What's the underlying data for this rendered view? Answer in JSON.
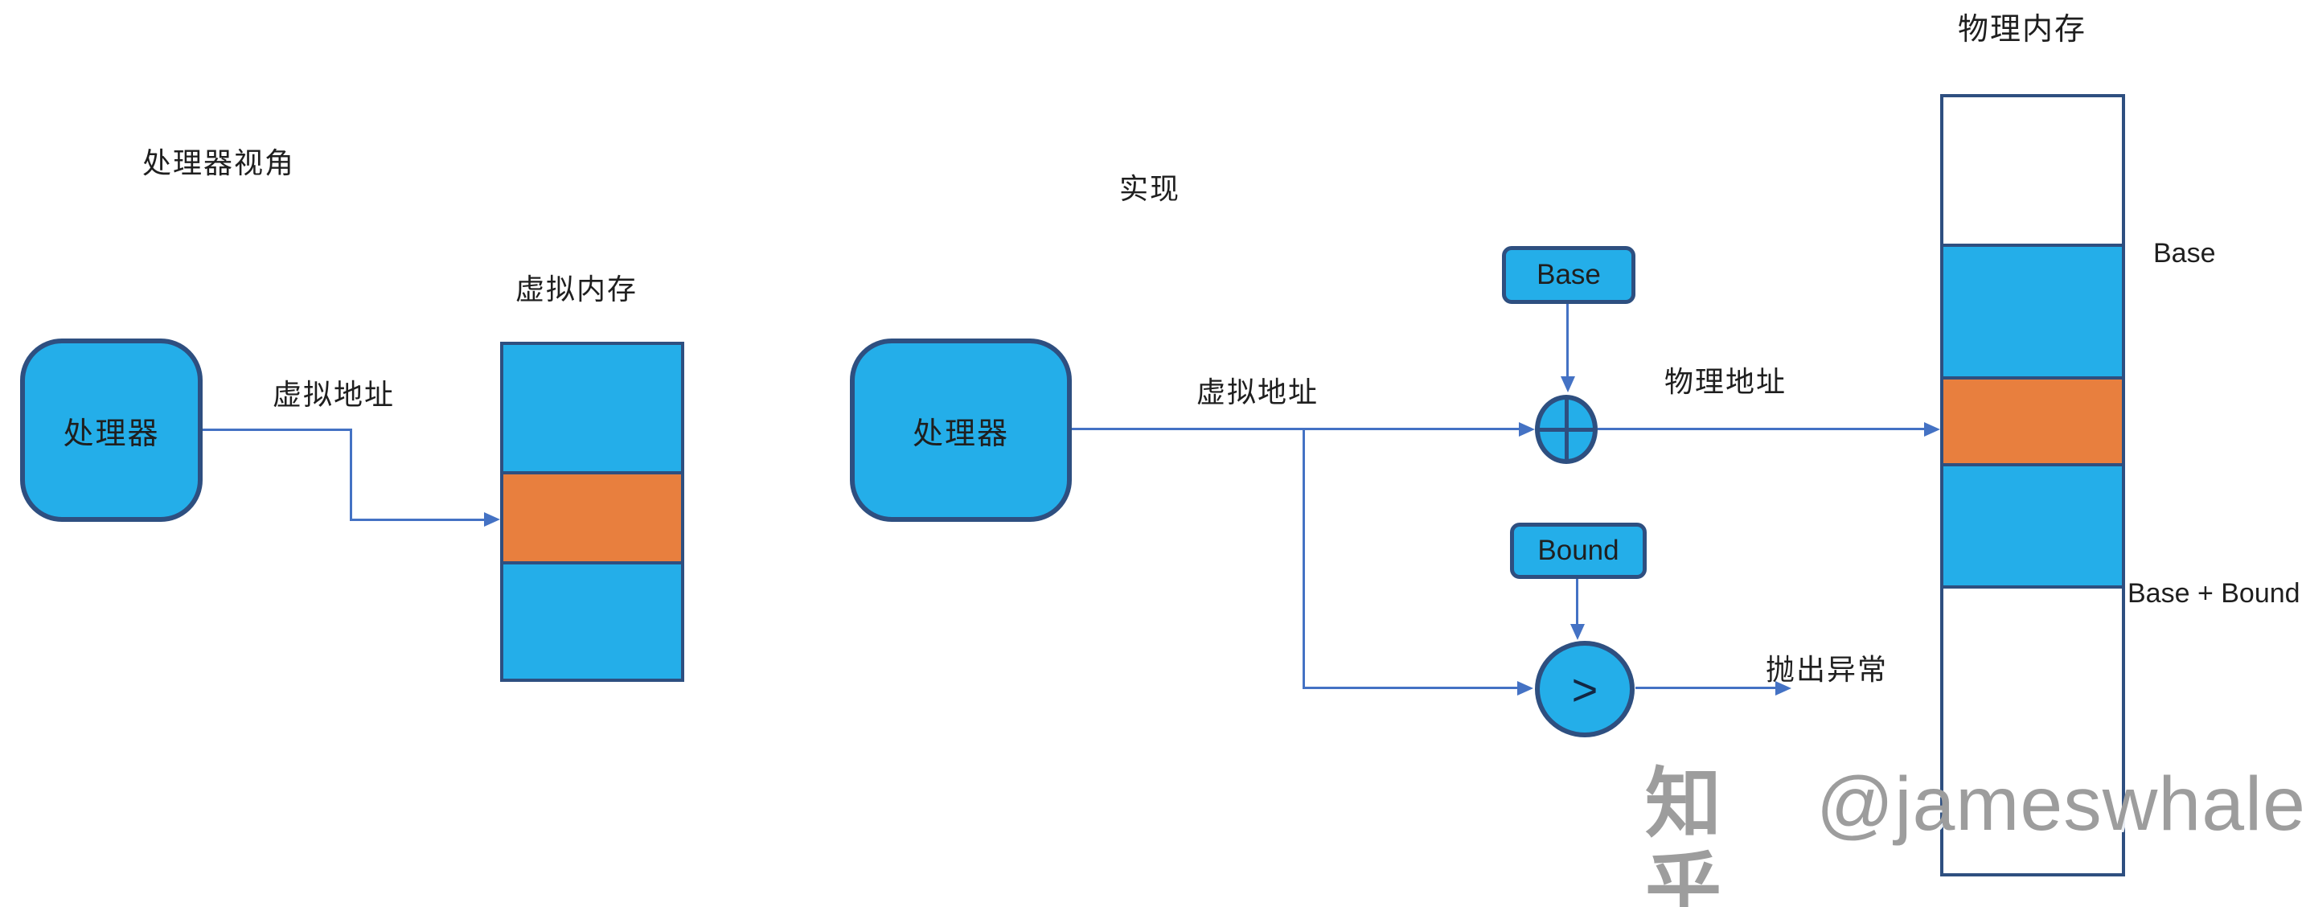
{
  "colors": {
    "shape-fill": "#24AEE9",
    "orange-fill": "#E87F3E",
    "shape-border": "#2E4F80",
    "arrow": "#4472C4",
    "text": "#1F1F1F",
    "watermark": "#9D9D9D",
    "canvas-bg": "#FFFFFF"
  },
  "processor_view": {
    "title": "处理器视角",
    "processor_label": "处理器",
    "virtual_address_label": "虚拟地址",
    "virtual_memory_title": "虚拟内存"
  },
  "implementation": {
    "title": "实现",
    "processor_label": "处理器",
    "virtual_address_label": "虚拟地址",
    "base_register_label": "Base",
    "bound_register_label": "Bound",
    "comparator_symbol": ">",
    "physical_address_label": "物理地址",
    "exception_label": "抛出异常"
  },
  "physical_memory": {
    "title": "物理内存",
    "base_marker": "Base",
    "base_plus_bound_marker": "Base + Bound"
  },
  "watermark": {
    "brand": "知乎",
    "handle": "@jameswhale"
  }
}
